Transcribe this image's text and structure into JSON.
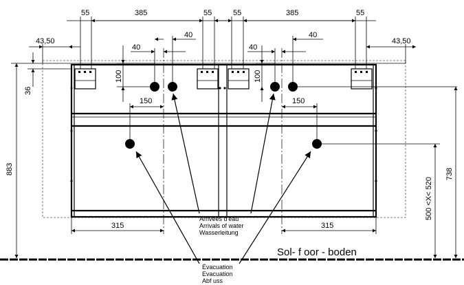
{
  "dimensions": {
    "tap_spacing_left": "55",
    "basin_spacing_left": "385",
    "tap_spacing_mid_left": "55",
    "tap_spacing_mid_right": "55",
    "basin_spacing_right": "385",
    "tap_spacing_right": "55",
    "offset_left": "43,50",
    "offset_right": "43,50",
    "water_offset_1": "40",
    "water_offset_2": "40",
    "water_offset_3": "40",
    "water_offset_4": "40",
    "water_height": "100",
    "water_height_right": "100",
    "top_offset": "36",
    "total_height": "883",
    "drain_offset_left": "150",
    "drain_offset_right": "150",
    "side_offset_left": "315",
    "side_offset_right": "315",
    "water_supply_height": "738",
    "drain_height": "500 <X< 520"
  },
  "labels": {
    "water_supply": [
      "Arrivées d'eau",
      "Arrivals of water",
      "Wasserleitung"
    ],
    "drain": [
      "Évacuation",
      "Evacuation",
      "Abf uss"
    ],
    "floor": "Sol- f oor - boden"
  },
  "colors": {
    "line": "#000000",
    "hidden_line": "#555555"
  }
}
